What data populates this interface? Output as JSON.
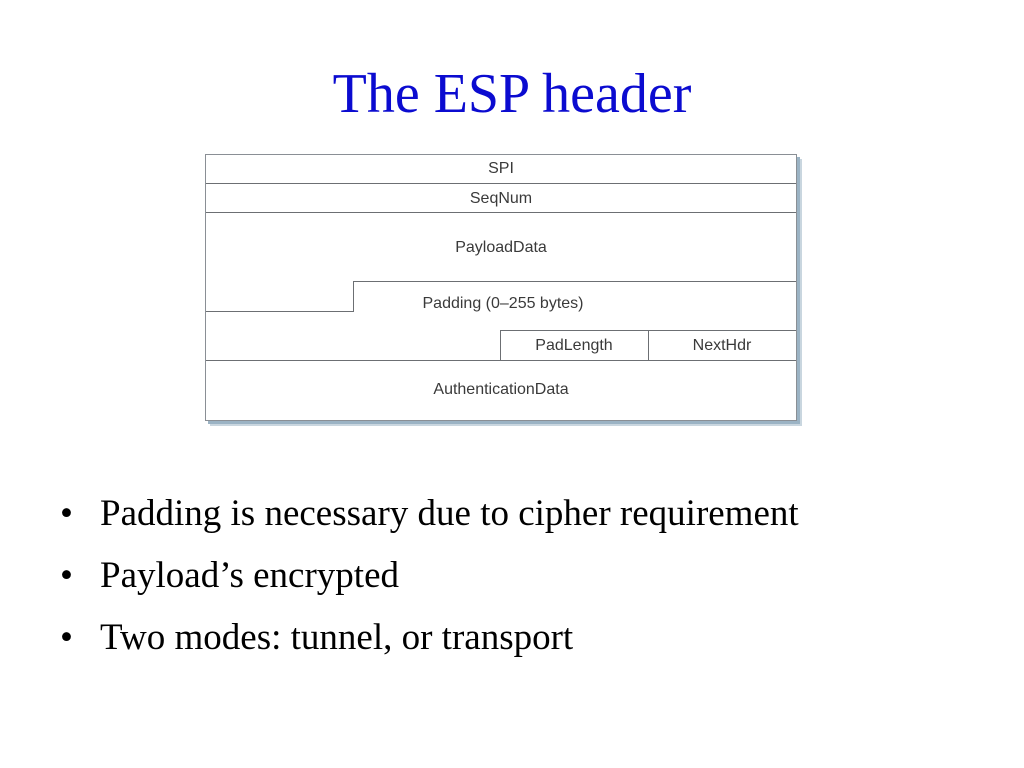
{
  "slide": {
    "title": "The ESP header"
  },
  "diagram": {
    "spi": "SPI",
    "seqnum": "SeqNum",
    "payload": "PayloadData",
    "padding": "Padding (0–255 bytes)",
    "padlength": "PadLength",
    "nexthdr": "NextHdr",
    "auth": "AuthenticationData"
  },
  "bullets": [
    {
      "marker": "•",
      "text": "Padding is necessary due to cipher requirement"
    },
    {
      "marker": "•",
      "text": "Payload’s encrypted"
    },
    {
      "marker": "•",
      "text": "Two modes: tunnel, or transport"
    }
  ]
}
